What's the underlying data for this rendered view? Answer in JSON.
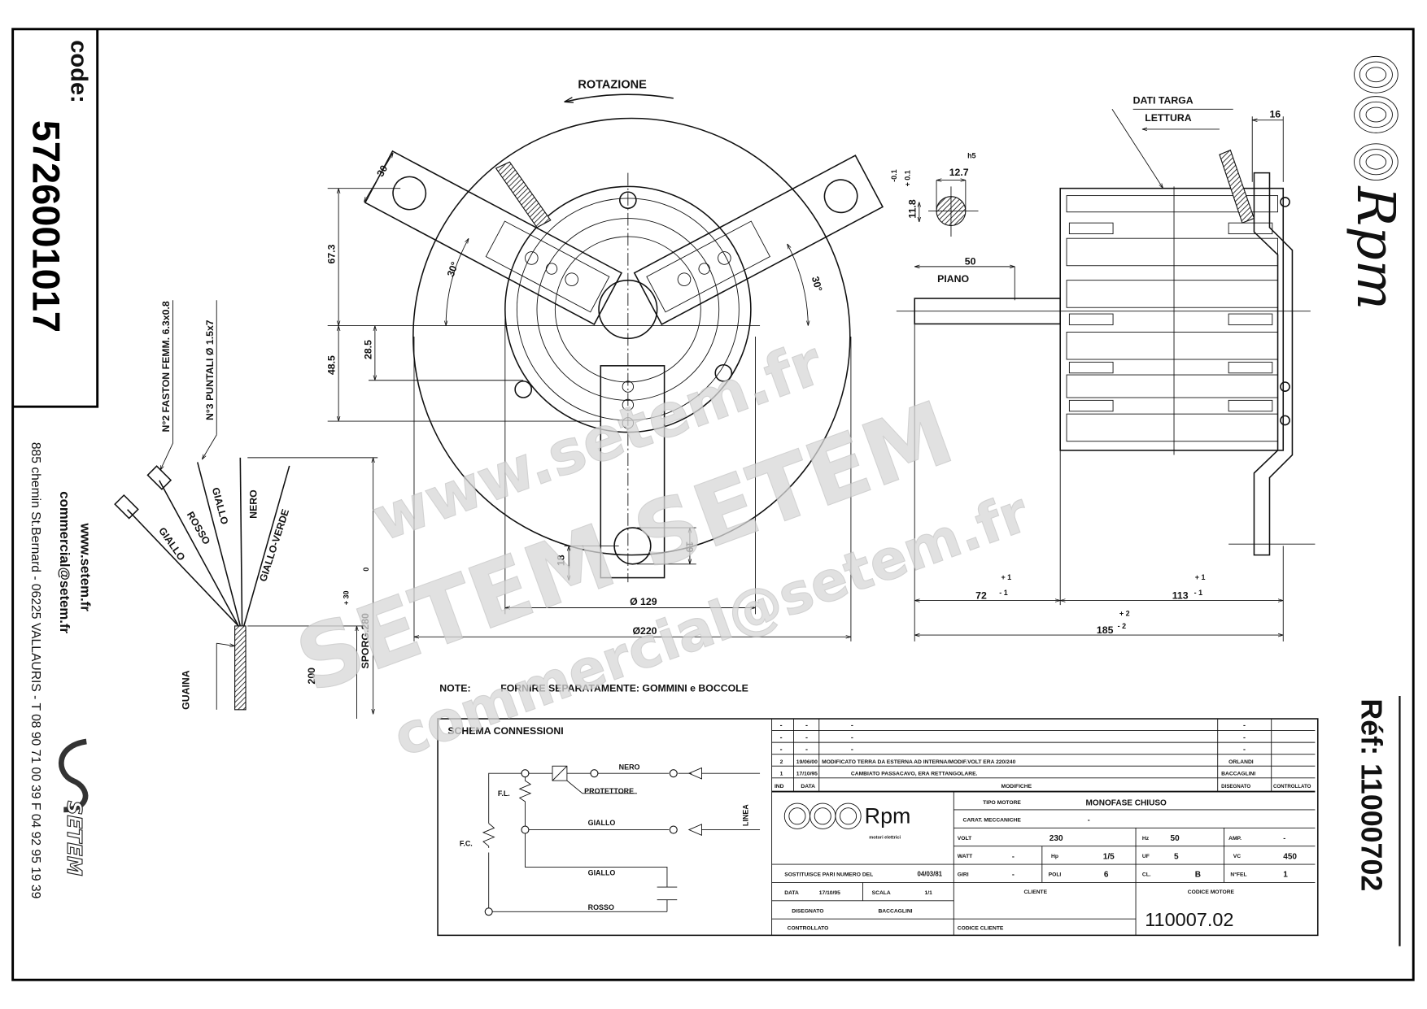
{
  "code_box": {
    "label": "code:",
    "value": "5726001017"
  },
  "dealer": {
    "website": "www.setem.fr",
    "email": "commercial@setem.fr",
    "address": "885 chemin St.Bernard  -  06225 VALLAURIS  -  T 08 90 71 00 39  F 04 92 95 19 39",
    "logo_text": "SETEM"
  },
  "brand": {
    "logo_text": "Rpm",
    "reference": "Réf: 11000702"
  },
  "watermark": {
    "line1": "www.setem.fr",
    "line2": "SETEM SETEM",
    "line3": "commercial@setem.fr"
  },
  "front_view": {
    "rotation_label": "ROTAZIONE",
    "dim_30": "30",
    "dim_67_3": "67.3",
    "angle_left": "30°",
    "angle_right": "30°",
    "dim_48_5": "48.5",
    "dim_28_5": "28.5",
    "dim_19": "19",
    "dim_18": "18",
    "dia_129": "Ø 129",
    "dia_220": "Ø220"
  },
  "shaft_section": {
    "fit": "h5",
    "diameter": "12.7",
    "tol_minus": "-0.1",
    "tol_plus": "+ 0.1",
    "flat": "11.8"
  },
  "side_view": {
    "plate_label": "DATI TARGA",
    "reading_label": "LETTURA",
    "dim_16": "16",
    "dim_50": "50",
    "plane_label": "PIANO",
    "dim_72": "72",
    "dim_72_tol_plus": "+ 1",
    "dim_72_tol_minus": "- 1",
    "dim_113": "113",
    "dim_113_tol_plus": "+ 1",
    "dim_113_tol_minus": "- 1",
    "dim_185": "185",
    "dim_185_tol_plus": "+ 2",
    "dim_185_tol_minus": "- 2"
  },
  "wires": {
    "faston_note": "N°2 FASTON FEMM. 6.3x0.8",
    "tips_note": "N°3 PUNTALI Ø 1.5x7",
    "wire1": "GIALLO",
    "wire2": "ROSSO",
    "wire3": "GIALLO",
    "wire4": "NERO",
    "wire5": "GIALLO-VERDE",
    "sheath": "GUAINA",
    "dim_200": "200",
    "protrusion": "SPORG.280",
    "tol_plus": "+ 30",
    "tol_zero": "0"
  },
  "note": {
    "label": "NOTE:",
    "text": "FORNIRE SEPARATAMENTE: GOMMINI e BOCCOLE"
  },
  "schema": {
    "title": "SCHEMA CONNESSIONI",
    "nero": "NERO",
    "protector": "PROTETTORE",
    "fl": "F.L.",
    "fc": "F.C.",
    "giallo1": "GIALLO",
    "giallo2": "GIALLO",
    "rosso": "ROSSO",
    "line": "LINEA"
  },
  "revisions": {
    "rows": [
      {
        "ind": "-",
        "date": "-",
        "change": "-",
        "drawn": "-",
        "checked": ""
      },
      {
        "ind": "-",
        "date": "-",
        "change": "-",
        "drawn": "-",
        "checked": ""
      },
      {
        "ind": "-",
        "date": "-",
        "change": "-",
        "drawn": "-",
        "checked": ""
      },
      {
        "ind": "2",
        "date": "19/06/00",
        "change": "MODIFICATO TERRA DA ESTERNA AD INTERNA/MODIF.VOLT ERA 220/240",
        "drawn": "ORLANDI",
        "checked": ""
      },
      {
        "ind": "1",
        "date": "17/10/95",
        "change": "CAMBIATO PASSACAVO, ERA RETTANGOLARE.",
        "drawn": "BACCAGLINI",
        "checked": ""
      }
    ],
    "header": {
      "ind": "IND",
      "date": "DATA",
      "change": "MODIFICHE",
      "drawn": "DISEGNATO",
      "checked": "CONTROLLATO"
    }
  },
  "title_block": {
    "logo_text": "Rpm",
    "logo_sub": "motori elettrici",
    "replaces_label": "SOSTITUISCE PARI NUMERO DEL",
    "replaces_date": "04/03/81",
    "date_label": "DATA",
    "date": "17/10/95",
    "scale_label": "SCALA",
    "scale": "1/1",
    "drawn_label": "DISEGNATO",
    "drawn_by": "BACCAGLINI",
    "checked_label": "CONTROLLATO",
    "motor_type_label": "TIPO MOTORE",
    "motor_type": "MONOFASE CHIUSO",
    "mech_label": "CARAT. MECCANICHE",
    "mech": "-",
    "volt_label": "VOLT",
    "volt": "230",
    "hz_label": "Hz",
    "hz": "50",
    "amp_label": "AMP.",
    "amp": "-",
    "watt_label": "WATT",
    "watt": "-",
    "hp_label": "Hp",
    "hp": "1/5",
    "uf_label": "UF",
    "uf": "5",
    "vc_label": "VC",
    "vc": "450",
    "rpm_label": "GIRI",
    "rpm": "-",
    "poles_label": "POLI",
    "poles": "6",
    "class_label": "CL.",
    "class": "B",
    "wires_label": "N°FEL",
    "wires": "1",
    "client_label": "CLIENTE",
    "client_code_label": "CODICE CLIENTE",
    "motor_code_label": "CODICE MOTORE",
    "motor_code": "110007.02"
  }
}
